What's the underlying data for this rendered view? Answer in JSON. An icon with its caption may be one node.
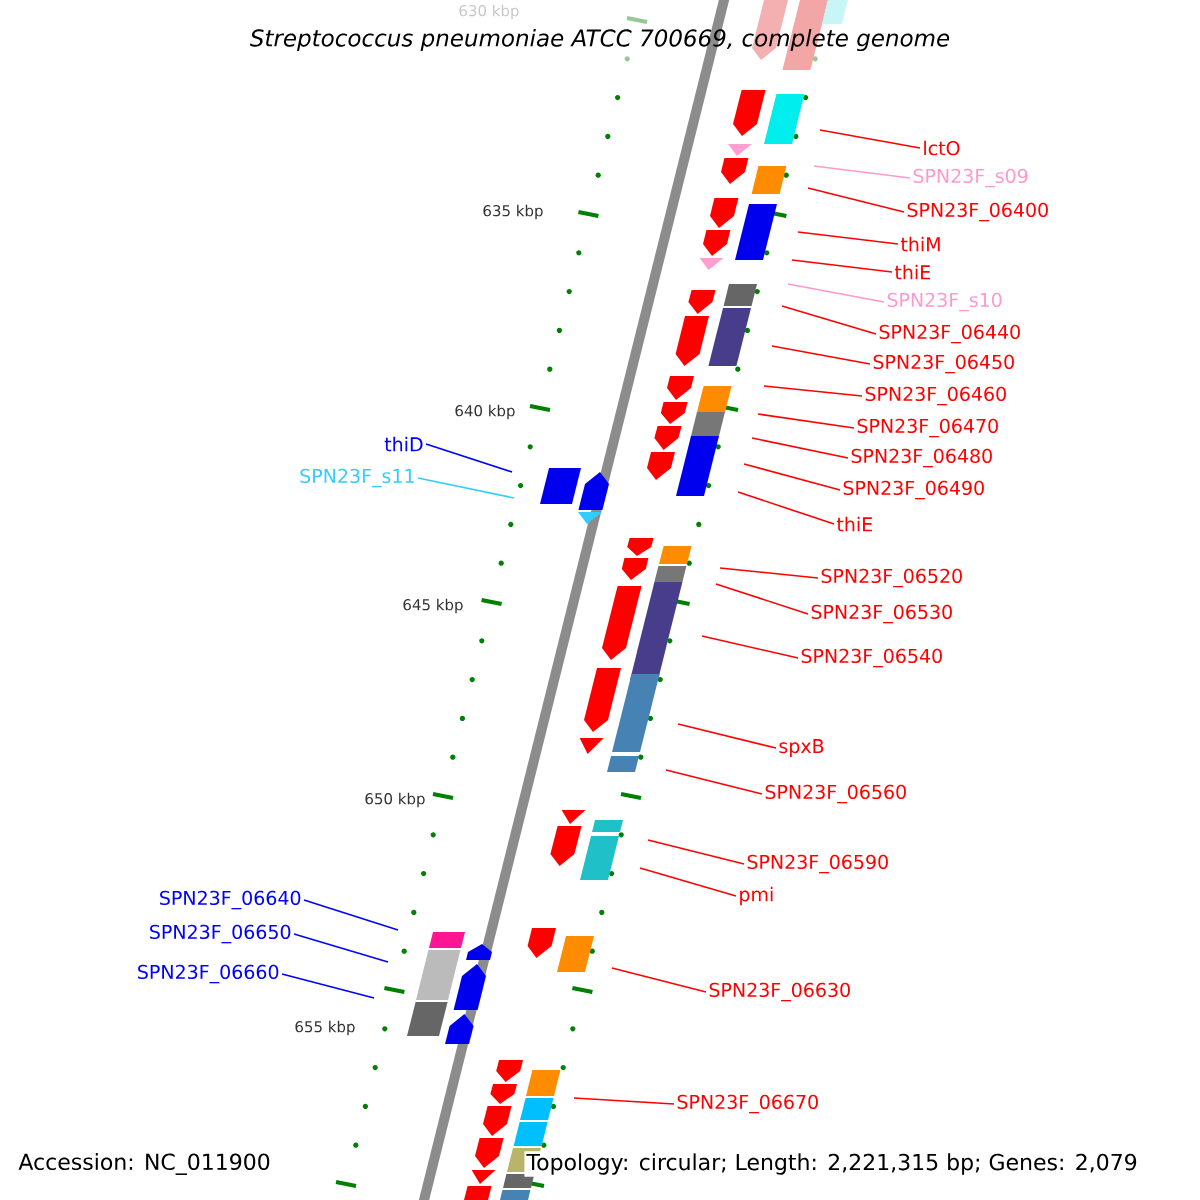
{
  "diagram": {
    "title": "Streptococcus pneumoniae ATCC 700669, complete genome",
    "nodes": [
      {
        "text": [
          "lctO"
        ]
      },
      {
        "text": [
          "SPN23F_s09"
        ]
      },
      {
        "text": [
          "SPN23F_06400"
        ]
      },
      {
        "text": [
          "thiM"
        ]
      },
      {
        "text": [
          "thiE"
        ]
      },
      {
        "text": [
          "SPN23F_s10"
        ]
      },
      {
        "text": [
          "SPN23F_06440"
        ]
      },
      {
        "text": [
          "SPN23F_06450"
        ]
      },
      {
        "text": [
          "SPN23F_06460"
        ]
      },
      {
        "text": [
          "SPN23F_06470"
        ]
      },
      {
        "text": [
          "SPN23F_06480"
        ]
      },
      {
        "text": [
          "SPN23F_06490"
        ]
      },
      {
        "text": [
          "thiD"
        ]
      },
      {
        "text": [
          "SPN23F_s11"
        ]
      },
      {
        "text": [
          "thiE"
        ]
      },
      {
        "text": [
          "SPN23F_06520"
        ]
      },
      {
        "text": [
          "SPN23F_06530"
        ]
      },
      {
        "text": [
          "SPN23F_06540"
        ]
      },
      {
        "text": [
          "spxB"
        ]
      },
      {
        "text": [
          "SPN23F_06560"
        ]
      },
      {
        "text": [
          "SPN23F_06590"
        ]
      },
      {
        "text": [
          "pmi"
        ]
      },
      {
        "text": [
          "SPN23F_06640"
        ]
      },
      {
        "text": [
          "SPN23F_06650"
        ]
      },
      {
        "text": [
          "SPN23F_06660"
        ]
      },
      {
        "text": [
          "SPN23F_06630"
        ]
      },
      {
        "text": [
          "SPN23F_06670"
        ]
      }
    ],
    "edges": [
      {
        "from": 0,
        "to": null,
        "arrow": "none"
      },
      {
        "from": 1,
        "to": null,
        "arrow": "none",
        "color": "#ff99cc"
      },
      {
        "from": 2,
        "to": null,
        "arrow": "none"
      },
      {
        "from": 3,
        "to": null,
        "arrow": "none"
      },
      {
        "from": 4,
        "to": null,
        "arrow": "none"
      },
      {
        "from": 5,
        "to": null,
        "arrow": "none",
        "color": "#ff99cc"
      },
      {
        "from": 6,
        "to": null,
        "arrow": "none"
      },
      {
        "from": 7,
        "to": null,
        "arrow": "none"
      },
      {
        "from": 8,
        "to": null,
        "arrow": "none"
      },
      {
        "from": 9,
        "to": null,
        "arrow": "none"
      },
      {
        "from": 10,
        "to": null,
        "arrow": "none"
      },
      {
        "from": 11,
        "to": null,
        "arrow": "none"
      },
      {
        "from": 12,
        "to": null,
        "arrow": "none",
        "color": "#0000ff"
      },
      {
        "from": 13,
        "to": null,
        "arrow": "none",
        "color": "#33ccff"
      },
      {
        "from": 14,
        "to": null,
        "arrow": "none"
      },
      {
        "from": 15,
        "to": null,
        "arrow": "none"
      },
      {
        "from": 16,
        "to": null,
        "arrow": "none"
      },
      {
        "from": 17,
        "to": null,
        "arrow": "none"
      },
      {
        "from": 18,
        "to": null,
        "arrow": "none"
      },
      {
        "from": 19,
        "to": null,
        "arrow": "none"
      },
      {
        "from": 20,
        "to": null,
        "arrow": "none"
      },
      {
        "from": 21,
        "to": null,
        "arrow": "none"
      },
      {
        "from": 22,
        "to": null,
        "arrow": "none",
        "color": "#0000ff"
      },
      {
        "from": 23,
        "to": null,
        "arrow": "none",
        "color": "#0000ff"
      },
      {
        "from": 24,
        "to": null,
        "arrow": "none",
        "color": "#0000ff"
      },
      {
        "from": 25,
        "to": null,
        "arrow": "none"
      },
      {
        "from": 26,
        "to": null,
        "arrow": "none"
      }
    ],
    "labels": [
      "630 kbp",
      "635 kbp",
      "640 kbp",
      "645 kbp",
      "650 kbp",
      "655 kbp",
      "Accession: NC_011900",
      "Topology: circular; Length: 2,221,315 bp; Genes: 2,079"
    ]
  }
}
